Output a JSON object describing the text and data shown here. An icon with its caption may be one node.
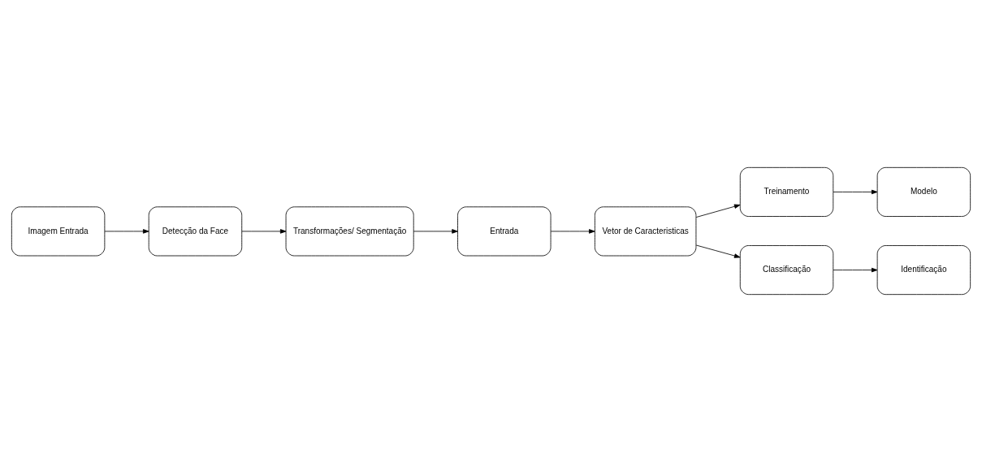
{
  "diagram": {
    "nodes": [
      {
        "text": [
          "Imagem Entrada"
        ]
      },
      {
        "text": [
          "Detecção da Face"
        ]
      },
      {
        "text": [
          "Transformações/ Segmentação"
        ]
      },
      {
        "text": [
          "Entrada"
        ]
      },
      {
        "text": [
          "Vetor de Caracteristicas"
        ]
      },
      {
        "text": [
          "Treinamento"
        ]
      },
      {
        "text": [
          "Modelo"
        ]
      },
      {
        "text": [
          "Classificação"
        ]
      },
      {
        "text": [
          "Identificação"
        ]
      }
    ],
    "edges": [
      {
        "from": 0,
        "to": 1,
        "arrow": "to"
      },
      {
        "from": 1,
        "to": 2,
        "arrow": "to"
      },
      {
        "from": 2,
        "to": 3,
        "arrow": "to"
      },
      {
        "from": 3,
        "to": 4,
        "arrow": "to"
      },
      {
        "from": 4,
        "to": 5,
        "arrow": "to"
      },
      {
        "from": 5,
        "to": 6,
        "arrow": "to"
      },
      {
        "from": 4,
        "to": 7,
        "arrow": "to"
      },
      {
        "from": 7,
        "to": 8,
        "arrow": "to"
      }
    ]
  }
}
